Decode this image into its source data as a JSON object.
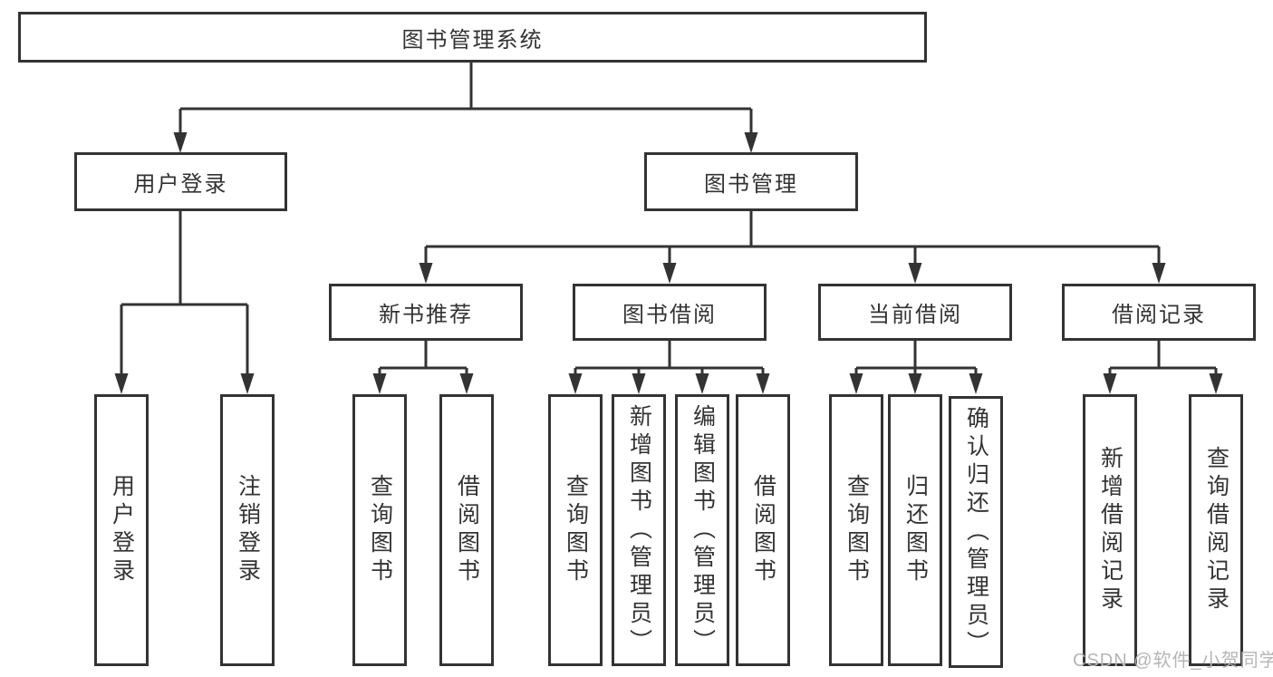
{
  "tree": {
    "label": "图书管理系统",
    "children": [
      {
        "label": "用户登录",
        "children": [
          {
            "label": "用户登录"
          },
          {
            "label": "注销登录"
          }
        ]
      },
      {
        "label": "图书管理",
        "children": [
          {
            "label": "新书推荐",
            "children": [
              {
                "label": "查询图书"
              },
              {
                "label": "借阅图书"
              }
            ]
          },
          {
            "label": "图书借阅",
            "children": [
              {
                "label": "查询图书"
              },
              {
                "label": "新增图书（管理员）"
              },
              {
                "label": "编辑图书（管理员）"
              },
              {
                "label": "借阅图书"
              }
            ]
          },
          {
            "label": "当前借阅",
            "children": [
              {
                "label": "查询图书"
              },
              {
                "label": "归还图书"
              },
              {
                "label": "确认归还（管理员）"
              }
            ]
          },
          {
            "label": "借阅记录",
            "children": [
              {
                "label": "新增借阅记录"
              },
              {
                "label": "查询借阅记录"
              }
            ]
          }
        ]
      }
    ]
  },
  "watermark": "CSDN @软件_小贺同学",
  "colors": {
    "line": "#333333",
    "box_background": "#ffffff",
    "text": "#333333",
    "watermark": "#b5b5b5"
  }
}
